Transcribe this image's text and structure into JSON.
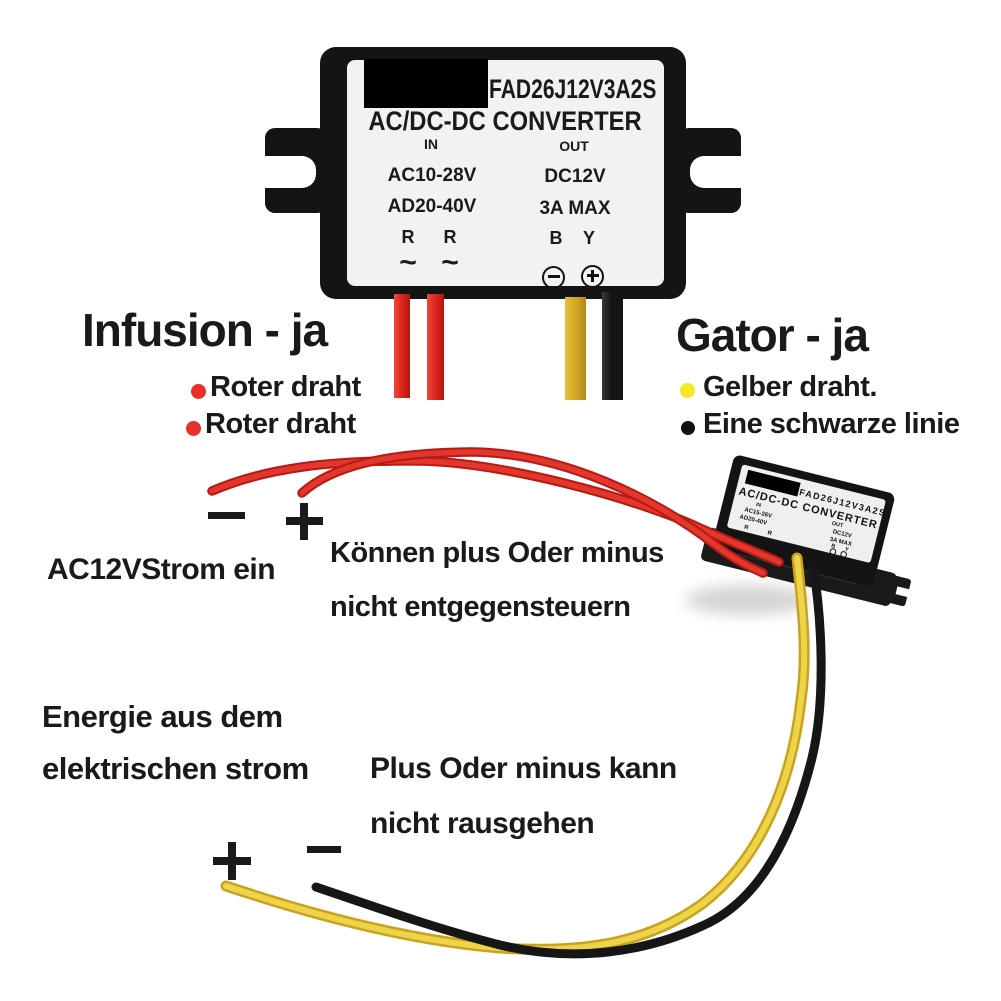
{
  "top_device": {
    "model": "FAD26J12V3A2S",
    "title": "AC/DC-DC CONVERTER",
    "in": {
      "label": "IN",
      "spec1": "AC10-28V",
      "spec2": "AD20-40V",
      "t1": "R",
      "t2": "R",
      "s1": "~",
      "s2": "~"
    },
    "out": {
      "label": "OUT",
      "spec1": "DC12V",
      "spec2": "3A MAX",
      "t1": "B",
      "t2": "Y",
      "minus": "−",
      "plus": "+"
    }
  },
  "small_device": {
    "model": "FAD26J12V3A2S",
    "title": "AC/DC-DC CONVERTER",
    "in": {
      "label": "IN",
      "spec1": "AC15-26V",
      "spec2": "AD20-40V",
      "t1": "R",
      "t2": "R"
    },
    "out": {
      "label": "OUT",
      "spec1": "DC12V",
      "spec2": "3A MAX",
      "t1": "B",
      "t2": "Y"
    }
  },
  "annotations": {
    "left_heading": "Infusion - ja",
    "left_bullet1": "Roter draht",
    "left_bullet2": "Roter draht",
    "right_heading": "Gator - ja",
    "right_bullet1": "Gelber draht.",
    "right_bullet2": "Eine schwarze linie",
    "ac_input": "AC12VStrom ein",
    "mid_note1": "Können plus Oder minus",
    "mid_note2": "nicht entgegensteuern",
    "energy1": "Energie aus dem",
    "energy2": "elektrischen strom",
    "bottom_note1": "Plus Oder minus kann",
    "bottom_note2": "nicht rausgehen",
    "plus": "+",
    "minus": "−"
  },
  "colors": {
    "red_wire": "#d6251d",
    "yellow_wire": "#e7c832",
    "black_wire": "#161616",
    "device_body": "#141414",
    "device_label": "#f2f2f4"
  }
}
